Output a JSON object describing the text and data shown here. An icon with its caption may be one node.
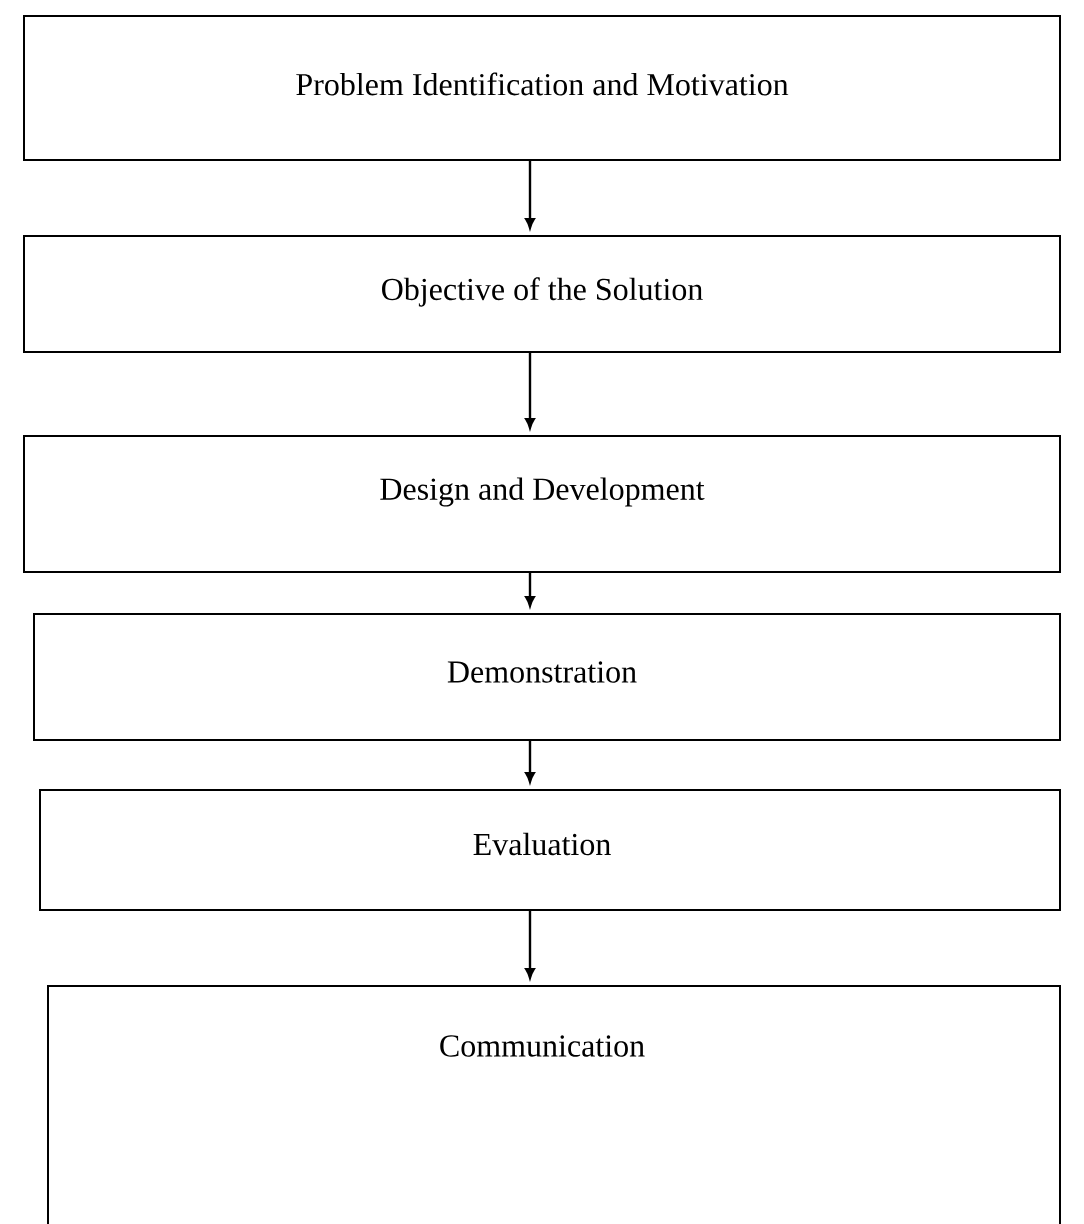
{
  "diagram": {
    "nodes": [
      {
        "text": [
          "Problem Identification and Motivation"
        ]
      },
      {
        "text": [
          "Objective of the Solution"
        ]
      },
      {
        "text": [
          "Design and Development"
        ]
      },
      {
        "text": [
          "Demonstration"
        ]
      },
      {
        "text": [
          "Evaluation"
        ]
      },
      {
        "text": [
          "Communication"
        ]
      }
    ],
    "edges": [
      {
        "from": 0,
        "to": 1,
        "arrow": "to"
      },
      {
        "from": 1,
        "to": 2,
        "arrow": "to"
      },
      {
        "from": 2,
        "to": 3,
        "arrow": "to"
      },
      {
        "from": 3,
        "to": 4,
        "arrow": "to"
      },
      {
        "from": 4,
        "to": 5,
        "arrow": "to"
      }
    ]
  }
}
